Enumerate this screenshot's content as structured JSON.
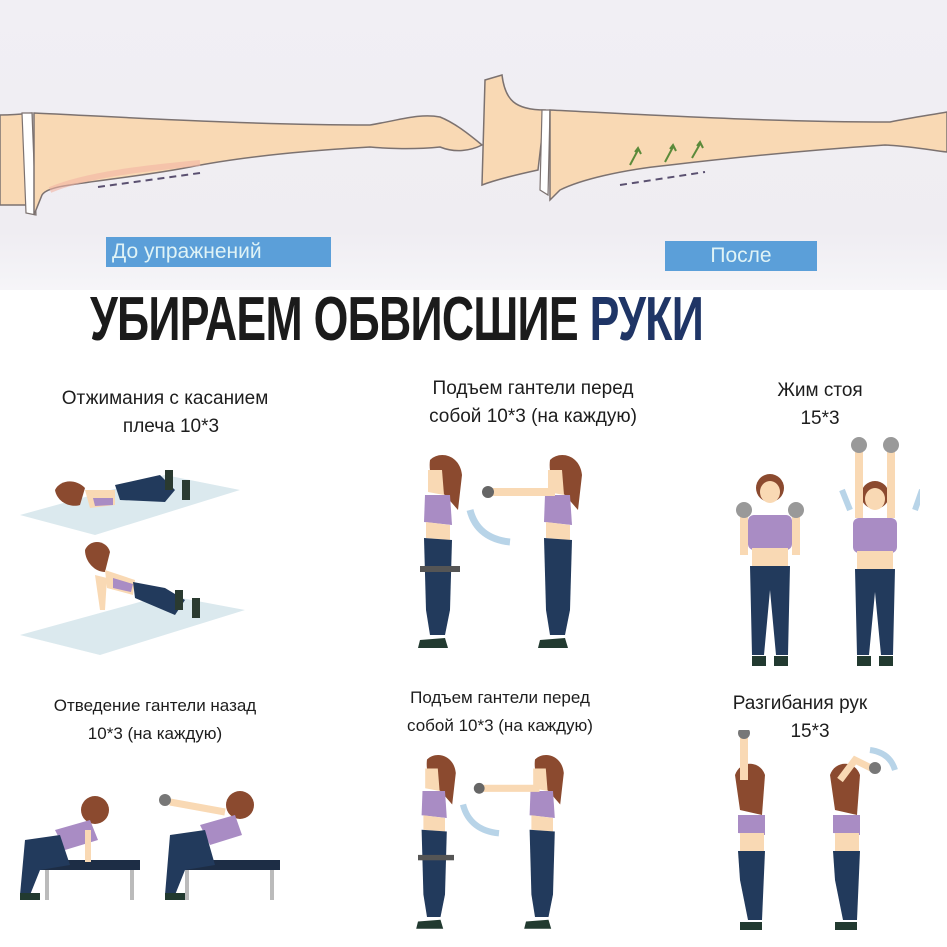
{
  "comparison": {
    "before_label": "До упражнений",
    "after_label": "После"
  },
  "headline": {
    "part1": "УБИРАЕМ ОБВИСШИЕ ",
    "part2": "РУКИ"
  },
  "colors": {
    "label_bg": "#5b9fd9",
    "label_text": "#dff3f6",
    "headline": "#1b1b1b",
    "headline_accent": "#1f3566",
    "skin": "#f9d9b4",
    "top_purple": "#a98cc4",
    "pants": "#223a5c",
    "hair": "#8b4a2f",
    "mat": "#dbe9ee"
  },
  "exercises": [
    {
      "line1": "Отжимания с касанием",
      "line2": "плеча 10*3",
      "illustration": "shoulder-tap-pushup"
    },
    {
      "line1": "Подъем гантели перед",
      "line2": "собой 10*3 (на каждую)",
      "illustration": "front-dumbbell-raise"
    },
    {
      "line1": "Жим стоя",
      "line2": "15*3",
      "illustration": "standing-overhead-press"
    },
    {
      "line1": "Отведение гантели назад",
      "line2": "10*3 (на каждую)",
      "illustration": "dumbbell-kickback"
    },
    {
      "line1": "Подъем гантели перед",
      "line2": "собой 10*3 (на каждую)",
      "illustration": "front-dumbbell-raise"
    },
    {
      "line1": "Разгибания рук",
      "line2": "15*3",
      "illustration": "overhead-triceps-extension"
    }
  ]
}
